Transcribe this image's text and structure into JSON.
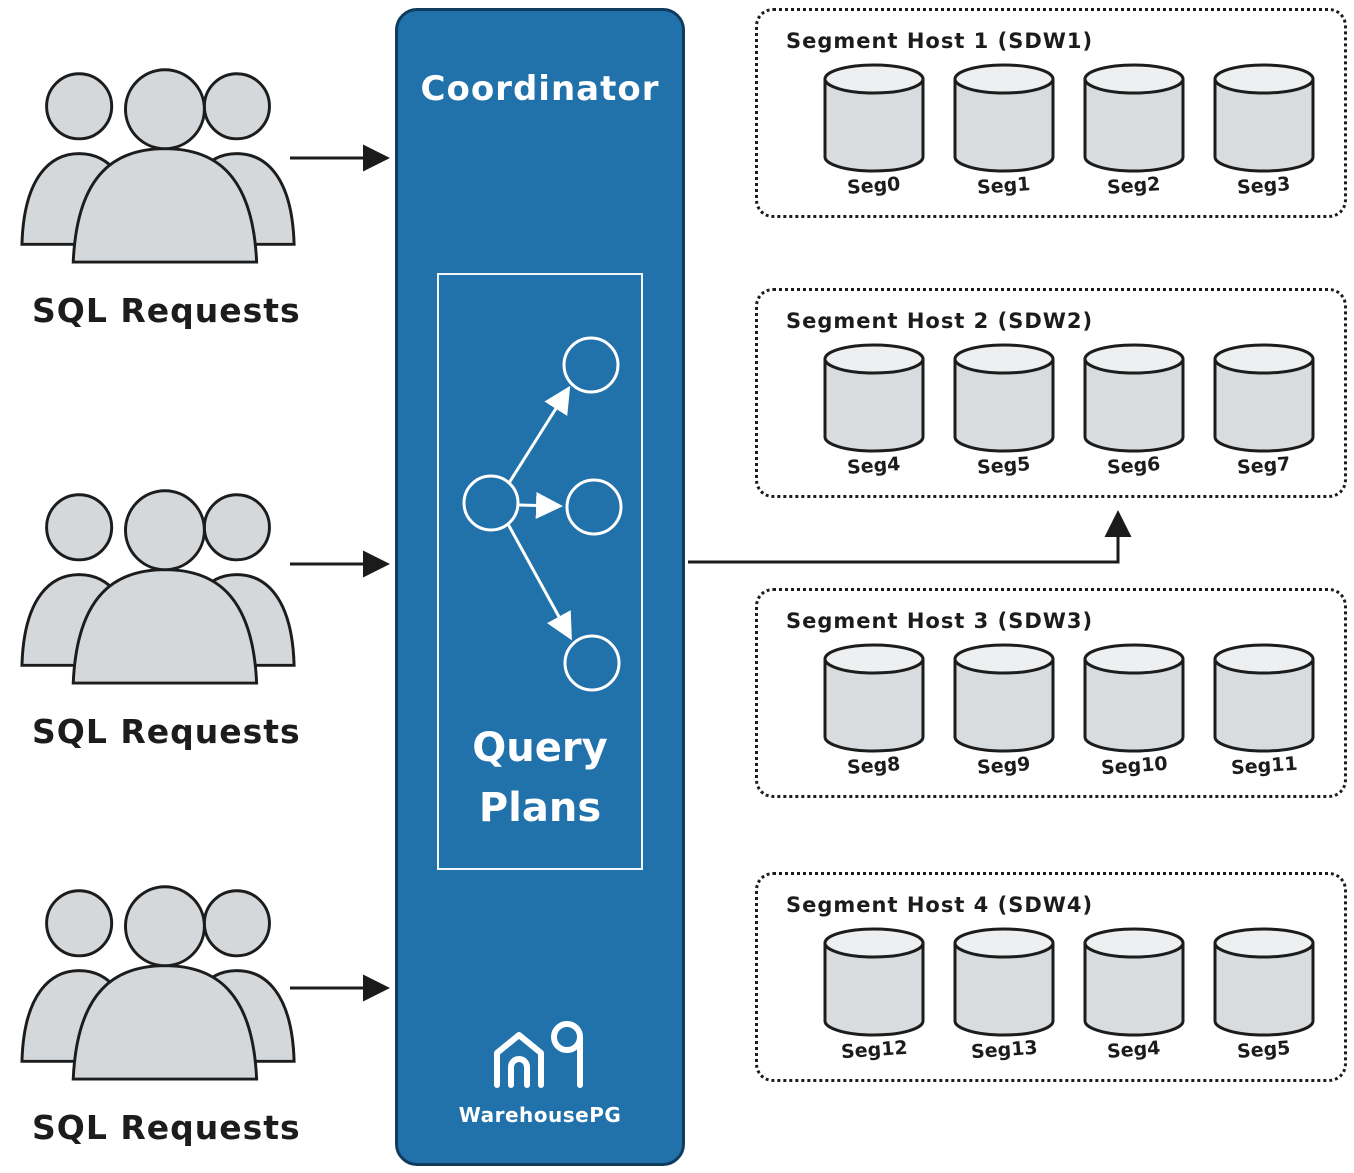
{
  "left": {
    "groups": [
      {
        "label": "SQL Requests"
      },
      {
        "label": "SQL Requests"
      },
      {
        "label": "SQL Requests"
      }
    ]
  },
  "coordinator": {
    "title": "Coordinator",
    "query_plans": {
      "line1": "Query",
      "line2": "Plans"
    },
    "logo_text": "WarehousePG"
  },
  "hosts": [
    {
      "title": "Segment Host 1 (SDW1)",
      "segments": [
        "Seg0",
        "Seg1",
        "Seg2",
        "Seg3"
      ]
    },
    {
      "title": "Segment Host 2 (SDW2)",
      "segments": [
        "Seg4",
        "Seg5",
        "Seg6",
        "Seg7"
      ]
    },
    {
      "title": "Segment Host 3 (SDW3)",
      "segments": [
        "Seg8",
        "Seg9",
        "Seg10",
        "Seg11"
      ]
    },
    {
      "title": "Segment Host 4 (SDW4)",
      "segments": [
        "Seg12",
        "Seg13",
        "Seg4",
        "Seg5"
      ]
    }
  ],
  "colors": {
    "coordinator_blue": "#2171ab",
    "outline": "#1c1c1c",
    "person_fill": "#d5d8db",
    "cylinder_fill": "#d9dcde",
    "cylinder_top": "#edeff0"
  }
}
